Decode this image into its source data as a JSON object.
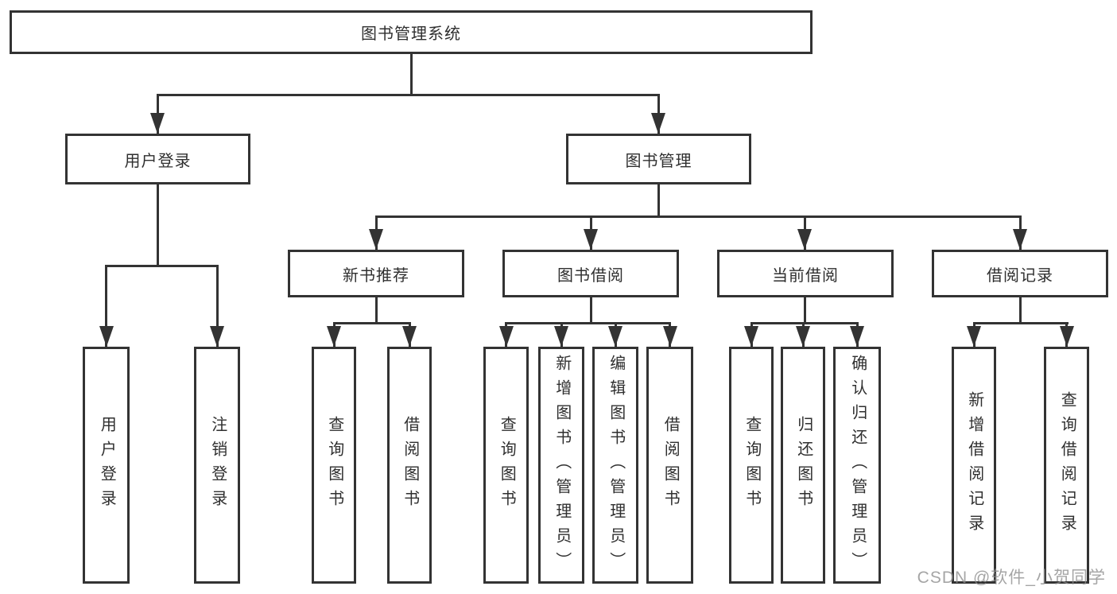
{
  "diagram": {
    "root": {
      "label": "图书管理系统"
    },
    "level2": [
      {
        "label": "用户登录"
      },
      {
        "label": "图书管理"
      }
    ],
    "level3": [
      {
        "label": "新书推荐"
      },
      {
        "label": "图书借阅"
      },
      {
        "label": "当前借阅"
      },
      {
        "label": "借阅记录"
      }
    ],
    "leaves": {
      "group1": [
        {
          "label": "用户登录"
        },
        {
          "label": "注销登录"
        }
      ],
      "group2": [
        {
          "label": "查询图书"
        },
        {
          "label": "借阅图书"
        }
      ],
      "group3": [
        {
          "label": "查询图书"
        },
        {
          "label": "新增图书（管理员）"
        },
        {
          "label": "编辑图书（管理员）"
        },
        {
          "label": "借阅图书"
        }
      ],
      "group4": [
        {
          "label": "查询图书"
        },
        {
          "label": "归还图书"
        },
        {
          "label": "确认归还（管理员）"
        }
      ],
      "group5": [
        {
          "label": "新增借阅记录"
        },
        {
          "label": "查询借阅记录"
        }
      ]
    }
  },
  "watermark": {
    "text": "CSDN @软件_小贺同学"
  },
  "colors": {
    "line": "#333333",
    "text": "#2f2f2f",
    "watermark": "#8c8c8c"
  }
}
